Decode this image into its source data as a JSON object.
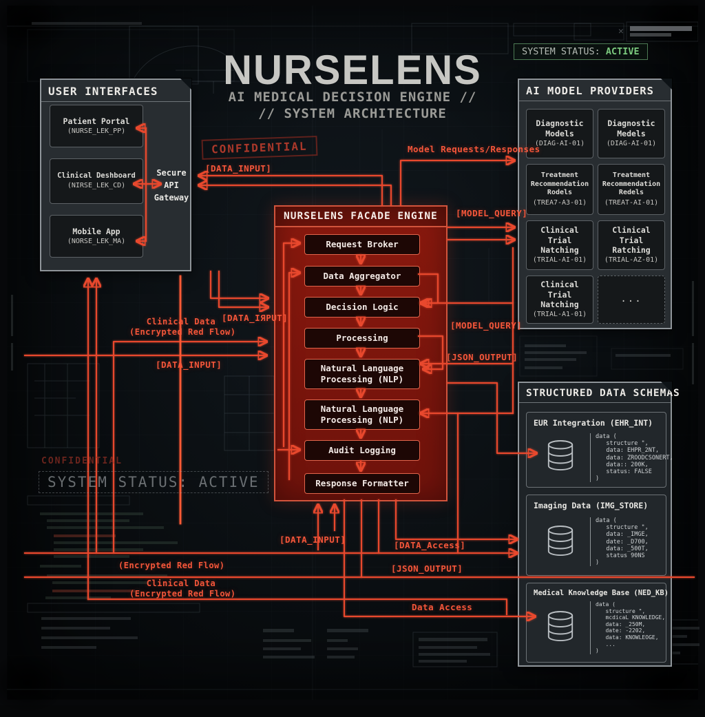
{
  "colors": {
    "accent": "#e8482d",
    "facade_red": "#7c150d",
    "status_green": "#7bc97e",
    "panel_border": "#8f959a"
  },
  "icons": {
    "x_marker": "✕",
    "database": "db-cylinder"
  },
  "header": {
    "title": "NURSELENS",
    "subtitle1": "AI MEDICAL DECISION ENGINE //",
    "subtitle2": "// SYSTEM ARCHITECTURE",
    "confidential": "CONFIDENTIAL",
    "status_label": "SYSTEM STATUS: ",
    "status_value": "ACTIVE"
  },
  "user_interfaces": {
    "title": "USER INTERFACES",
    "nodes": [
      {
        "name": "Patient Portal",
        "code": "(NURSE_LEK_PP)"
      },
      {
        "name": "Clinical Deshboard",
        "code": "(NIRSE_LEK_CD)"
      },
      {
        "name": "Mobile App",
        "code": "(NORSE_LEK_MA)"
      }
    ],
    "gateway": "Secure\nAPI\nGateway"
  },
  "facade_engine": {
    "title": "NURSELENS FACADE ENGINE",
    "modules": [
      "Request Broker",
      "Data Aggregator",
      "Decision Logic",
      "Processing",
      "Natural Language\nProcessing (NLP)",
      "Natural Language\nProcessing (NLP)",
      "Audit Logging",
      "Response Formatter"
    ]
  },
  "ai_providers": {
    "title": "AI MODEL PROVIDERS",
    "nodes": [
      {
        "name": "Diagnostic\nModels",
        "code": "(DIAG-AI-01)"
      },
      {
        "name": "Diagnostic\nMedels",
        "code": "(DIAG-AI-01)"
      },
      {
        "name": "Treatment\nRecommendation\nRodels",
        "code": "(TREA7-A3-01)"
      },
      {
        "name": "Treatment\nRecommendation\nRedels",
        "code": "(TREAT-AI-01)"
      },
      {
        "name": "Clinical Trial\nNatching",
        "code": "(TRIAL-AI-01)"
      },
      {
        "name": "Clinical Trial\nRatching",
        "code": "(TRIAL-AZ-01)"
      },
      {
        "name": "Clinical Trial\nNatching",
        "code": "(TRIAL-A1-01)"
      }
    ],
    "ellipsis": "..."
  },
  "data_schemas": {
    "title": "STRUCTURED DATA SCHEMAS",
    "cards": [
      {
        "title": "EUR Integration (EHR_INT)",
        "code": "data (\n   structure \",\n   data: EHPR_2NT,\n   data: ZROODCSONERT,\n   data:: 200K,\n   status: FALSE\n)"
      },
      {
        "title": "Imaging Data (IMG_STORE)",
        "code": "data (\n   structure \",\n   data: _IMGE,\n   date: _D700,\n   data: _500T,\n   status 90NS\n)"
      },
      {
        "title": "Medical Knowledge Base (NED_KB)",
        "code": "data (\n   structure \",\n   mcdicaL KNOWLEDGE,\n   data: _250M,\n   date: -2202,\n   data: KNOWLEOGE,\n   ...\n)"
      }
    ]
  },
  "flow_labels": {
    "data_input_top": "[DATA_INPUT]",
    "model_requests": "Model Requests/Responses",
    "model_query_top": "[MODEL_QUERY]",
    "data_irput_mid": "[DATA_IЯPUT]",
    "clinical_data_mid": "Clinical Data\n(Encrypted Red Flow)",
    "data_input_mid": "[DATA_INPUT]",
    "model_query_right": "[MODEL_QUERY]",
    "json_output_right": "[JSON_OUTPUT]",
    "data_input_bottom": "[DATA_INPUT]",
    "data_access_bracket": "[DATA_Access]",
    "json_output_bottom": "[JSON_OUTPUT]",
    "encrypted_solo": "(Encrypted Red Flow)",
    "clinical_data_bottom": "Clinical Data\n(Encrypted Red Flow)",
    "data_access_plain": "Data Access"
  },
  "footer": {
    "confidential": "CONFIDENTIAL",
    "system_status": "SYSTEM STATUS: ACTIVE"
  }
}
